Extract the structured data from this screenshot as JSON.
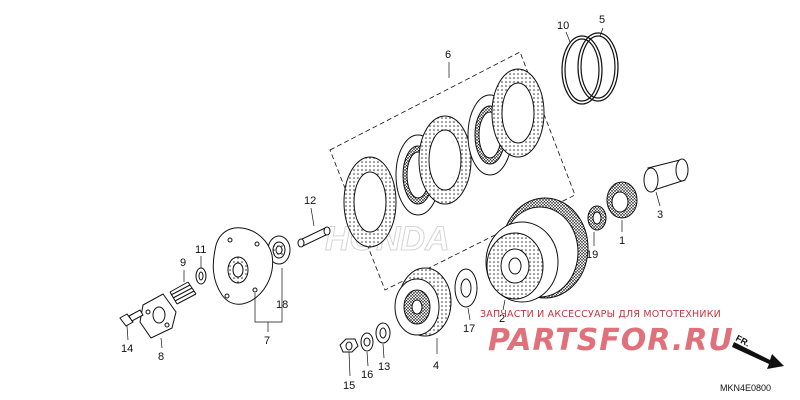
{
  "diagram": {
    "callouts": [
      {
        "id": "1",
        "text": "1"
      },
      {
        "id": "2",
        "text": "2"
      },
      {
        "id": "3",
        "text": "3"
      },
      {
        "id": "4",
        "text": "4"
      },
      {
        "id": "5",
        "text": "5"
      },
      {
        "id": "6",
        "text": "6"
      },
      {
        "id": "7",
        "text": "7"
      },
      {
        "id": "8",
        "text": "8"
      },
      {
        "id": "9",
        "text": "9"
      },
      {
        "id": "10",
        "text": "10"
      },
      {
        "id": "11",
        "text": "11"
      },
      {
        "id": "12",
        "text": "12"
      },
      {
        "id": "13",
        "text": "13"
      },
      {
        "id": "14",
        "text": "14"
      },
      {
        "id": "15",
        "text": "15"
      },
      {
        "id": "16",
        "text": "16"
      },
      {
        "id": "17",
        "text": "17"
      },
      {
        "id": "18",
        "text": "18"
      },
      {
        "id": "19",
        "text": "19"
      }
    ],
    "direction_arrow": "FR.",
    "watermark": "HONDA",
    "diagram_code": "MKN4E0800"
  },
  "shop": {
    "tagline": "ЗАПЧАСТИ И АКСЕССУАРЫ ДЛЯ МОТОТЕХНИКИ",
    "logo": "PARTSFOR.RU"
  },
  "colors": {
    "line": "#111111",
    "accent": "#c23540",
    "watermark": "#d4d4d4"
  }
}
